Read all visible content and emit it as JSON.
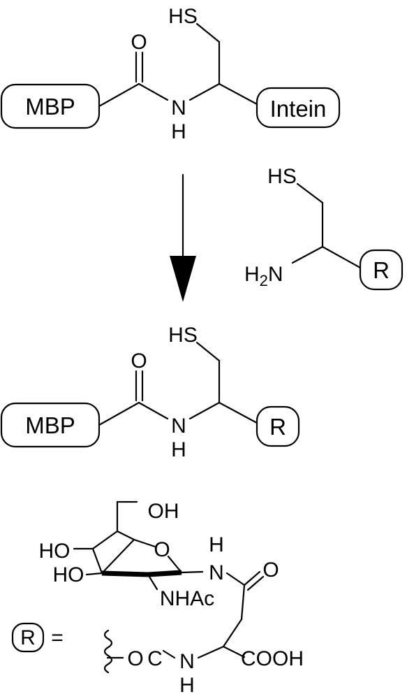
{
  "reactant": {
    "mbp": "MBP",
    "intein": "Intein",
    "carbonyl_o": "O",
    "amide_n": "N",
    "amide_h": "H",
    "thiol": "HS"
  },
  "reagent": {
    "thiol": "HS",
    "amine_h": "H",
    "amine_sub": "2",
    "amine_n": "N",
    "r": "R"
  },
  "product": {
    "mbp": "MBP",
    "r": "R",
    "carbonyl_o": "O",
    "amide_n": "N",
    "amide_h": "H",
    "thiol": "HS"
  },
  "r_definition": {
    "r": "R",
    "equals": "=",
    "oh_top": "OH",
    "ring_o": "O",
    "ho_left1": "HO",
    "ho_left2": "HO",
    "nh_h": "H",
    "nh_n": "N",
    "amide_o": "O",
    "nhac": "NHAc",
    "linker_o": "O",
    "linker_c": "C",
    "alpha_n": "N",
    "alpha_h": "H",
    "acid": "COOH"
  }
}
